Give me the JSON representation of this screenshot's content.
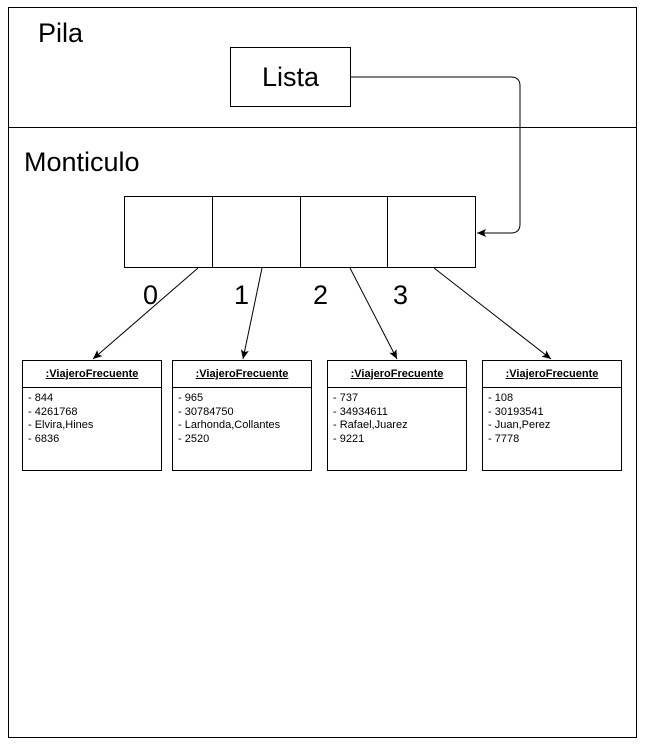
{
  "sections": {
    "stack_title": "Pila",
    "heap_title": "Monticulo"
  },
  "reference": {
    "label": "Lista"
  },
  "array": {
    "indices": [
      "0",
      "1",
      "2",
      "3"
    ]
  },
  "objects": [
    {
      "header": ":ViajeroFrecuente",
      "fields": [
        "- 844",
        "- 4261768",
        "- Elvira,Hines",
        "- 6836"
      ]
    },
    {
      "header": ":ViajeroFrecuente",
      "fields": [
        "- 965",
        "- 30784750",
        "- Larhonda,Collantes",
        "- 2520"
      ]
    },
    {
      "header": ":ViajeroFrecuente",
      "fields": [
        "- 737",
        "- 34934611",
        "- Rafael,Juarez",
        "- 9221"
      ]
    },
    {
      "header": ":ViajeroFrecuente",
      "fields": [
        "- 108",
        "- 30193541",
        "- Juan,Perez",
        "- 7778"
      ]
    }
  ],
  "colors": {
    "line": "#000000",
    "background": "#ffffff"
  }
}
